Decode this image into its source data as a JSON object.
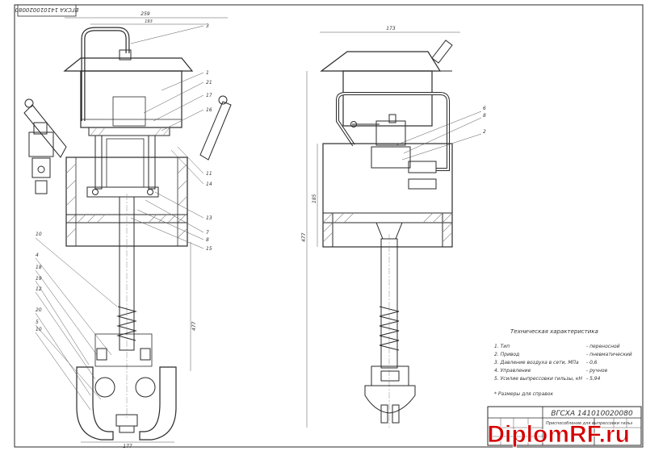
{
  "stamp": {
    "text": "ВГСХА 141010020080"
  },
  "top_stamp": {
    "text": "ВГСХА 141010020080"
  },
  "watermark": {
    "text": "DiplomRF.ru",
    "color": "#d40000"
  },
  "specs": {
    "title": "Техническая характеристика",
    "rows": [
      {
        "label": "1. Тип",
        "value": "- переносной"
      },
      {
        "label": "2. Привод",
        "value": "- пневматический"
      },
      {
        "label": "3. Давление воздуха в сети, МПа",
        "value": "- 0,6"
      },
      {
        "label": "4. Управление",
        "value": "- ручное"
      },
      {
        "label": "5. Усилие выпрессовки гильзы, кН",
        "value": "- 5,94"
      }
    ],
    "note": "* Размеры для справок"
  },
  "title_block": {
    "name": "Приспособление для выпрессовки гильз"
  },
  "callouts_left": [
    "10",
    "4",
    "18",
    "19",
    "12",
    "20",
    "5",
    "10"
  ],
  "callouts_right": [
    "3",
    "1",
    "21",
    "17",
    "16",
    "11",
    "14",
    "13",
    "7",
    "8",
    "15"
  ],
  "callouts_side": [
    "6",
    "8",
    "2"
  ],
  "dimensions": {
    "front_top": "259",
    "front_sub": "193",
    "front_bottom": "177",
    "front_height": "477",
    "side_top": "173",
    "side_height": "477",
    "side_mid": "185"
  }
}
